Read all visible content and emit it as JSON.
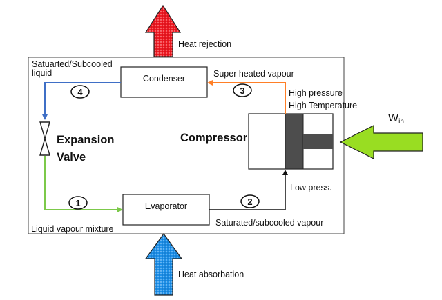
{
  "labels": {
    "heat_rejection": "Heat rejection",
    "heat_absorption": "Heat absorbation",
    "condenser": "Condenser",
    "evaporator": "Evaporator",
    "compressor": "Compressor",
    "expansion_line1": "Expansion",
    "expansion_line2": "Valve",
    "sat_subcooled_liquid_line1": "Satuarted/Subcooled",
    "sat_subcooled_liquid_line2": "liquid",
    "superheated_vapour": "Super heated vapour",
    "high_pressure": "High pressure",
    "high_temperature": "High Temperature",
    "low_pressure": "Low press.",
    "liquid_vapour_mixture": "Liquid vapour mixture",
    "sat_subcooled_vapour": "Saturated/subcooled vapour",
    "work_in": "W",
    "work_in_sub": "in"
  },
  "states": [
    "1",
    "2",
    "3",
    "4"
  ],
  "colors": {
    "heat_rejection_arrow": "#ee1c24",
    "heat_absorption_arrow": "#1e90e8",
    "work_arrow": "#99dd22",
    "line_blue": "#3f6fc6",
    "line_orange": "#ff7f27",
    "line_green": "#7cc94a",
    "line_black": "#111111",
    "compressor_body": "#4d4d4d"
  }
}
